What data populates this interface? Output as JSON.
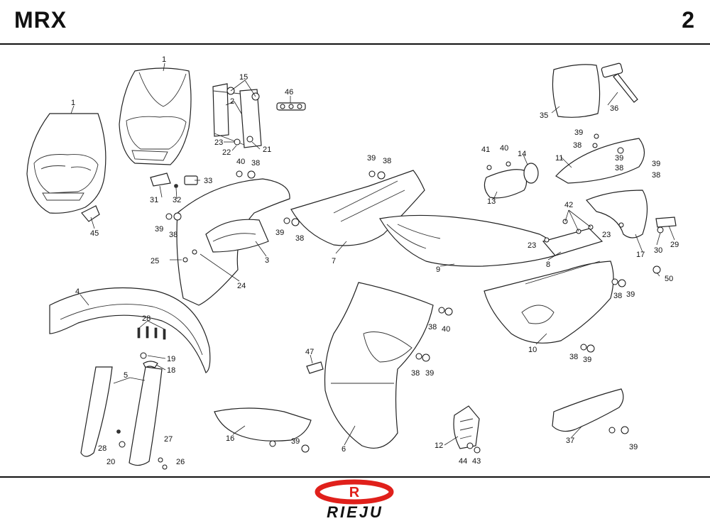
{
  "header": {
    "model": "MRX",
    "page_number": "2"
  },
  "footer": {
    "brand": "RIEJU"
  },
  "callouts": {
    "c1a": "1",
    "c1b": "1",
    "c2": "2",
    "c3": "3",
    "c4": "4",
    "c5": "5",
    "c6": "6",
    "c7": "7",
    "c8": "8",
    "c9": "9",
    "c10": "10",
    "c11": "11",
    "c12": "12",
    "c13": "13",
    "c14": "14",
    "c15": "15",
    "c16": "16",
    "c17": "17",
    "c18": "18",
    "c19": "19",
    "c20": "20",
    "c21": "21",
    "c22": "22",
    "c23a": "23",
    "c23b": "23",
    "c23c": "23",
    "c24": "24",
    "c25": "25",
    "c26": "26",
    "c27": "27",
    "c28a": "28",
    "c28b": "28",
    "c29": "29",
    "c30": "30",
    "c31": "31",
    "c32": "32",
    "c33": "33",
    "c35": "35",
    "c36": "36",
    "c37": "37",
    "c38a": "38",
    "c38b": "38",
    "c38c": "38",
    "c38d": "38",
    "c38e": "38",
    "c38f": "38",
    "c38g": "38",
    "c38h": "38",
    "c38i": "38",
    "c38j": "38",
    "c38k": "38",
    "c39a": "39",
    "c39b": "39",
    "c39c": "39",
    "c39d": "39",
    "c39e": "39",
    "c39f": "39",
    "c39g": "39",
    "c39h": "39",
    "c39i": "39",
    "c39j": "39",
    "c39k": "39",
    "c40a": "40",
    "c40b": "40",
    "c40c": "40",
    "c41": "41",
    "c42": "42",
    "c43": "43",
    "c44": "44",
    "c45": "45",
    "c46": "46",
    "c47": "47",
    "c50": "50"
  },
  "colors": {
    "brand_red": "#e0201b",
    "ink": "#111111"
  }
}
